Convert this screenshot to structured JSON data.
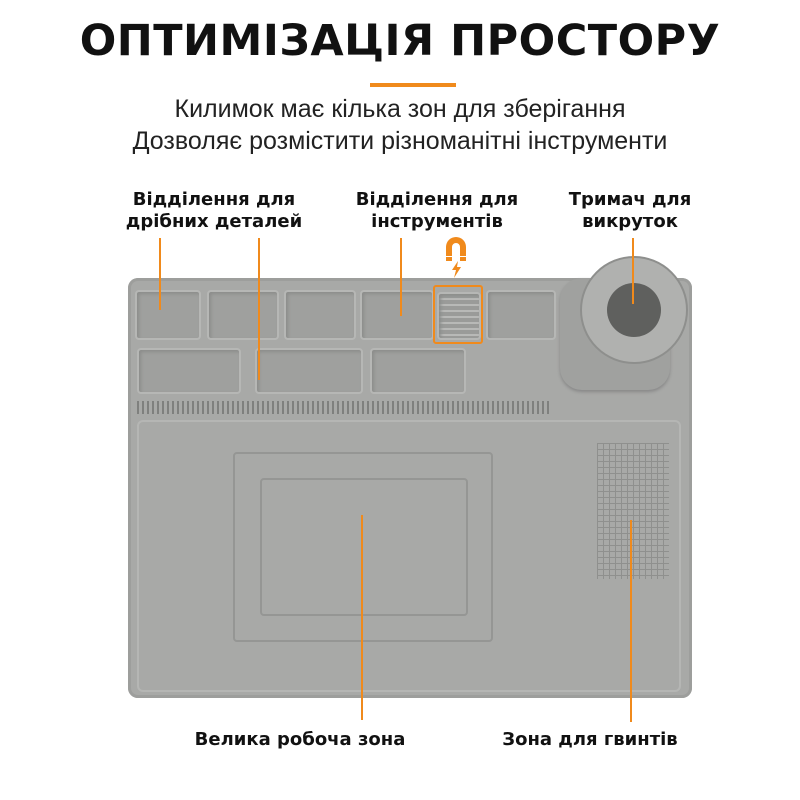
{
  "title": "ОПТИМІЗАЦІЯ ПРОСТОРУ",
  "subtitle": [
    "Килимок має кілька зон для зберігання",
    "Дозволяє розмістити різноманітні інструменти"
  ],
  "labels": {
    "small_parts": [
      "Відділення для",
      "дрібних деталей"
    ],
    "tools": [
      "Відділення для",
      "інструментів"
    ],
    "bit_holder": [
      "Тримач для",
      "викруток"
    ],
    "work_area": "Велика робоча зона",
    "screw_zone": "Зона для гвинтів"
  },
  "icons": {
    "magnet": "magnet-icon"
  },
  "colors": {
    "accent": "#f08a1c",
    "mat": "#a8a9a7"
  }
}
